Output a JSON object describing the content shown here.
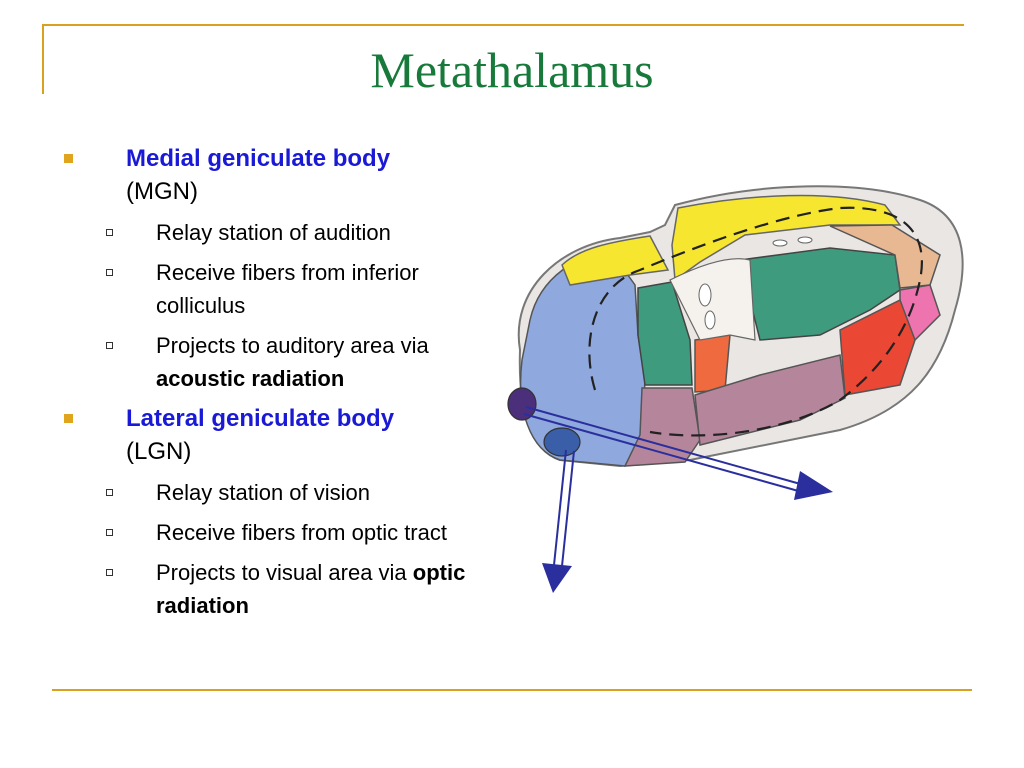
{
  "title": "Metathalamus",
  "bullets": [
    {
      "head": "Medial geniculate body",
      "abbr": "(MGN)",
      "sub": [
        {
          "text": "Relay station of audition"
        },
        {
          "text": "Receive fibers from inferior colliculus"
        },
        {
          "pre": "Projects to auditory area via ",
          "bold": "acoustic radiation"
        }
      ]
    },
    {
      "head": "Lateral geniculate body",
      "abbr": "(LGN)",
      "sub": [
        {
          "text": "Relay station of vision"
        },
        {
          "text": "Receive fibers from optic tract"
        },
        {
          "pre": "Projects to visual area via ",
          "bold": "optic radiation"
        }
      ]
    }
  ],
  "colors": {
    "title": "#177a3a",
    "bullet_head": "#1a1ad6",
    "bullet_marker": "#e0a51c",
    "frame": "#d9a21e",
    "arrow": "#2b2f9e"
  }
}
